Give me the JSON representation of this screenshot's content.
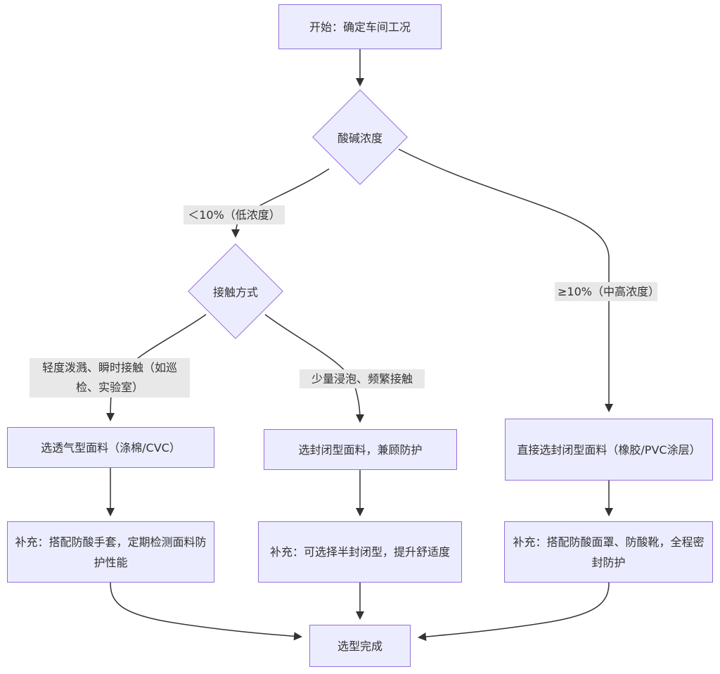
{
  "diagram": {
    "type": "flowchart",
    "direction": "top-down",
    "colors": {
      "node_fill": "#ECECFF",
      "node_border": "#9370DB",
      "edge_color": "#333333",
      "edge_label_bg": "#e8e8e8",
      "text": "#333333",
      "background": "#ffffff"
    },
    "nodes": {
      "start": {
        "label": "开始：确定车间工况",
        "shape": "rect"
      },
      "concentration": {
        "label": "酸碱浓度",
        "shape": "diamond"
      },
      "contact": {
        "label": "接触方式",
        "shape": "diamond"
      },
      "breathable": {
        "label": "选透气型面料（涤棉/CVC）",
        "shape": "rect"
      },
      "closed": {
        "label": "选封闭型面料，兼顾防护",
        "shape": "rect"
      },
      "direct_closed": {
        "label": "直接选封闭型面料（橡胶/PVC涂层）",
        "shape": "rect"
      },
      "supplement_gloves": {
        "label": "补充：搭配防酸手套，定期检测面料防护性能",
        "shape": "rect"
      },
      "supplement_semi": {
        "label": "补充：可选择半封闭型，提升舒适度",
        "shape": "rect"
      },
      "supplement_mask": {
        "label": "补充：搭配防酸面罩、防酸靴，全程密封防护",
        "shape": "rect"
      },
      "done": {
        "label": "选型完成",
        "shape": "rect"
      }
    },
    "edge_labels": {
      "low_concentration": "＜10%（低浓度）",
      "high_concentration": "≥10%（中高浓度）",
      "light_splash": "轻度泼溅、瞬时接触（如巡检、实验室）",
      "soak_frequent": "少量浸泡、频繁接触"
    },
    "edges": [
      {
        "from": "start",
        "to": "concentration",
        "label": ""
      },
      {
        "from": "concentration",
        "to": "contact",
        "label": "＜10%（低浓度）"
      },
      {
        "from": "concentration",
        "to": "direct_closed",
        "label": "≥10%（中高浓度）"
      },
      {
        "from": "contact",
        "to": "breathable",
        "label": "轻度泼溅、瞬时接触（如巡检、实验室）"
      },
      {
        "from": "contact",
        "to": "closed",
        "label": "少量浸泡、频繁接触"
      },
      {
        "from": "breathable",
        "to": "supplement_gloves",
        "label": ""
      },
      {
        "from": "closed",
        "to": "supplement_semi",
        "label": ""
      },
      {
        "from": "direct_closed",
        "to": "supplement_mask",
        "label": ""
      },
      {
        "from": "supplement_gloves",
        "to": "done",
        "label": ""
      },
      {
        "from": "supplement_semi",
        "to": "done",
        "label": ""
      },
      {
        "from": "supplement_mask",
        "to": "done",
        "label": ""
      }
    ]
  }
}
